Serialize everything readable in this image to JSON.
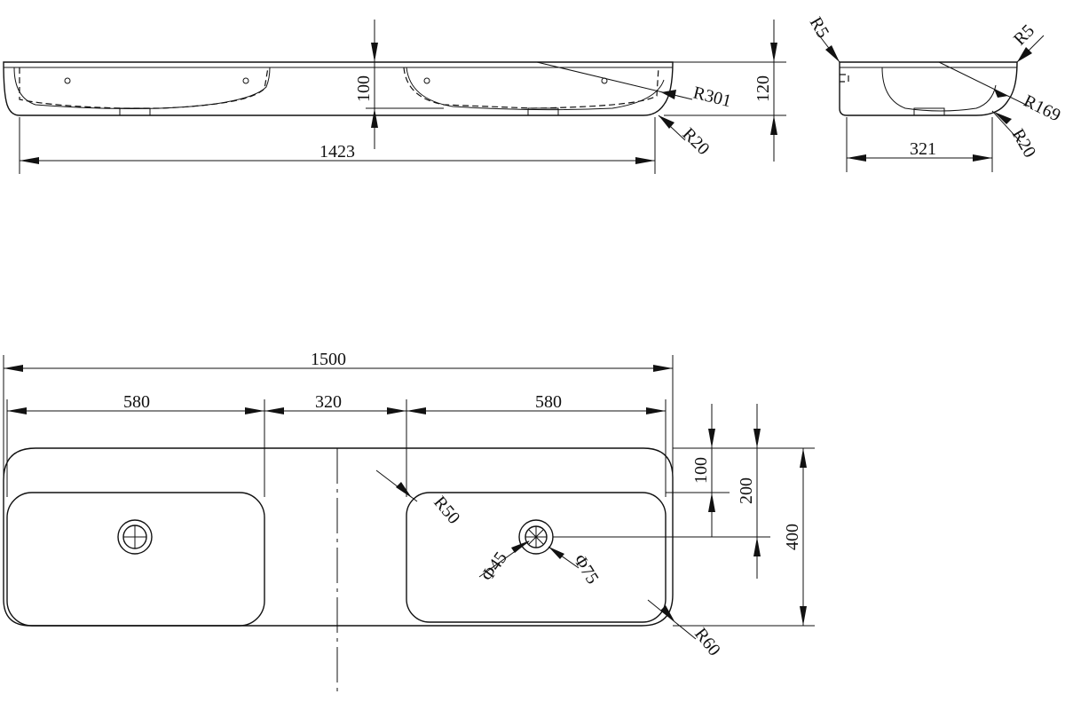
{
  "front_view": {
    "dim_width": "1423",
    "dim_bowl_depth": "100",
    "dim_height": "120",
    "label_r301": "R301",
    "label_r20": "R20"
  },
  "side_view": {
    "dim_depth": "321",
    "label_r5_left": "R5",
    "label_r5_right": "R5",
    "label_r169": "R169",
    "label_r20": "R20"
  },
  "top_view": {
    "dim_total_width": "1500",
    "dim_left_bowl": "580",
    "dim_middle": "320",
    "dim_right_bowl": "580",
    "dim_bowl_offset": "100",
    "dim_drain_offset": "200",
    "dim_total_depth": "400",
    "label_r50": "R50",
    "label_drain_small": "Φ45",
    "label_drain_large": "Φ75",
    "label_r60": "R60"
  }
}
